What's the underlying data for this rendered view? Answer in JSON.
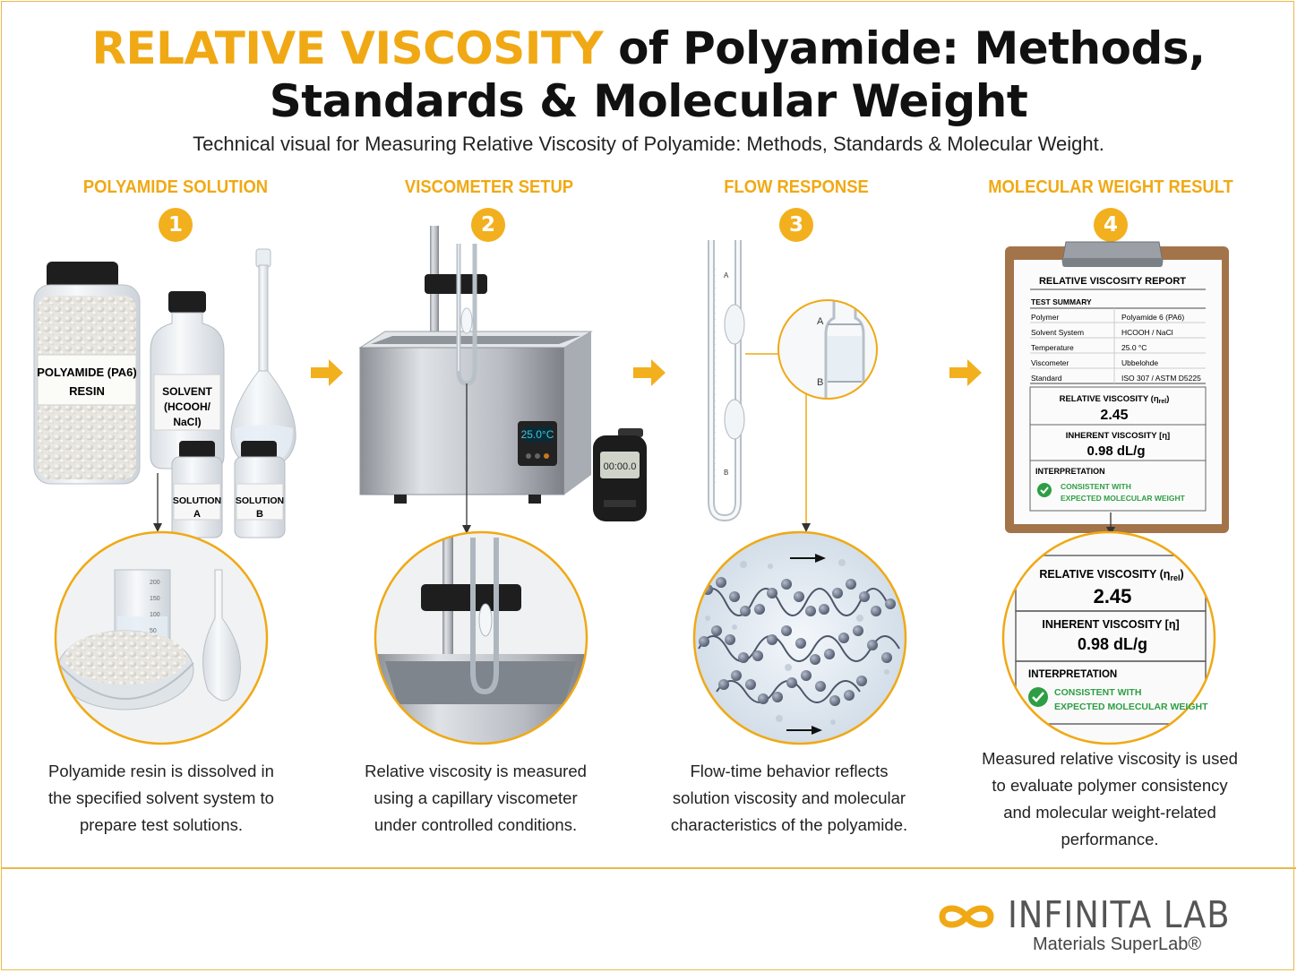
{
  "title": {
    "accent": "RELATIVE VISCOSITY",
    "line1_rest": " of Polyamide: Methods,",
    "line2": "Standards & Molecular Weight"
  },
  "subtitle": "Technical visual for Measuring Relative Viscosity of Polyamide: Methods, Standards & Molecular Weight.",
  "colors": {
    "accent": "#f0a914",
    "border": "#e9b94a",
    "check": "#2e9e44",
    "clipboard": "#a3744a"
  },
  "steps": [
    {
      "number": "1",
      "title": "POLYAMIDE SOLUTION",
      "caption": [
        "Polyamide resin is dissolved in",
        "the specified solvent system to",
        "prepare test solutions."
      ]
    },
    {
      "number": "2",
      "title": "VISCOMETER SETUP",
      "caption": [
        "Relative viscosity is measured",
        "using a capillary viscometer",
        "under controlled conditions."
      ]
    },
    {
      "number": "3",
      "title": "FLOW RESPONSE",
      "caption": [
        "Flow-time behavior reflects",
        "solution viscosity and molecular",
        "characteristics of the polyamide."
      ]
    },
    {
      "number": "4",
      "title": "MOLECULAR WEIGHT RESULT",
      "caption": [
        "Measured relative viscosity is used",
        "to evaluate polymer consistency",
        "and molecular weight-related",
        "performance."
      ]
    }
  ],
  "labels": {
    "jar": [
      "POLYAMIDE (PA6)",
      "RESIN"
    ],
    "solvent": [
      "SOLVENT",
      "(HCOOH/",
      "NaCl)"
    ],
    "solution_a": [
      "SOLUTION",
      "A"
    ],
    "solution_b": [
      "SOLUTION",
      "B"
    ],
    "bath_display": "25.0°C",
    "stopwatch_display": "00:00.0",
    "beaker_ticks": [
      "200",
      "150",
      "100",
      "50"
    ],
    "mark_a": "A",
    "mark_b": "B"
  },
  "report": {
    "title": "RELATIVE VISCOSITY REPORT",
    "summary_heading": "TEST SUMMARY",
    "rows": [
      {
        "label": "Polymer",
        "value": "Polyamide 6 (PA6)"
      },
      {
        "label": "Solvent System",
        "value": "HCOOH / NaCl"
      },
      {
        "label": "Temperature",
        "value": "25.0 °C"
      },
      {
        "label": "Viscometer",
        "value": "Ubbelohde"
      },
      {
        "label": "Standard",
        "value": "ISO 307 / ASTM D5225"
      }
    ],
    "rv_label": "RELATIVE VISCOSITY (η",
    "rv_sub": "rel",
    "rv_value": "2.45",
    "iv_label": "INHERENT VISCOSITY [η]",
    "iv_value": "0.98 dL/g",
    "interp_heading": "INTERPRETATION",
    "interp_line1": "CONSISTENT WITH",
    "interp_line2": "EXPECTED MOLECULAR WEIGHT"
  },
  "brand": {
    "name": "INFINITA LAB",
    "tagline": "Materials SuperLab®"
  }
}
